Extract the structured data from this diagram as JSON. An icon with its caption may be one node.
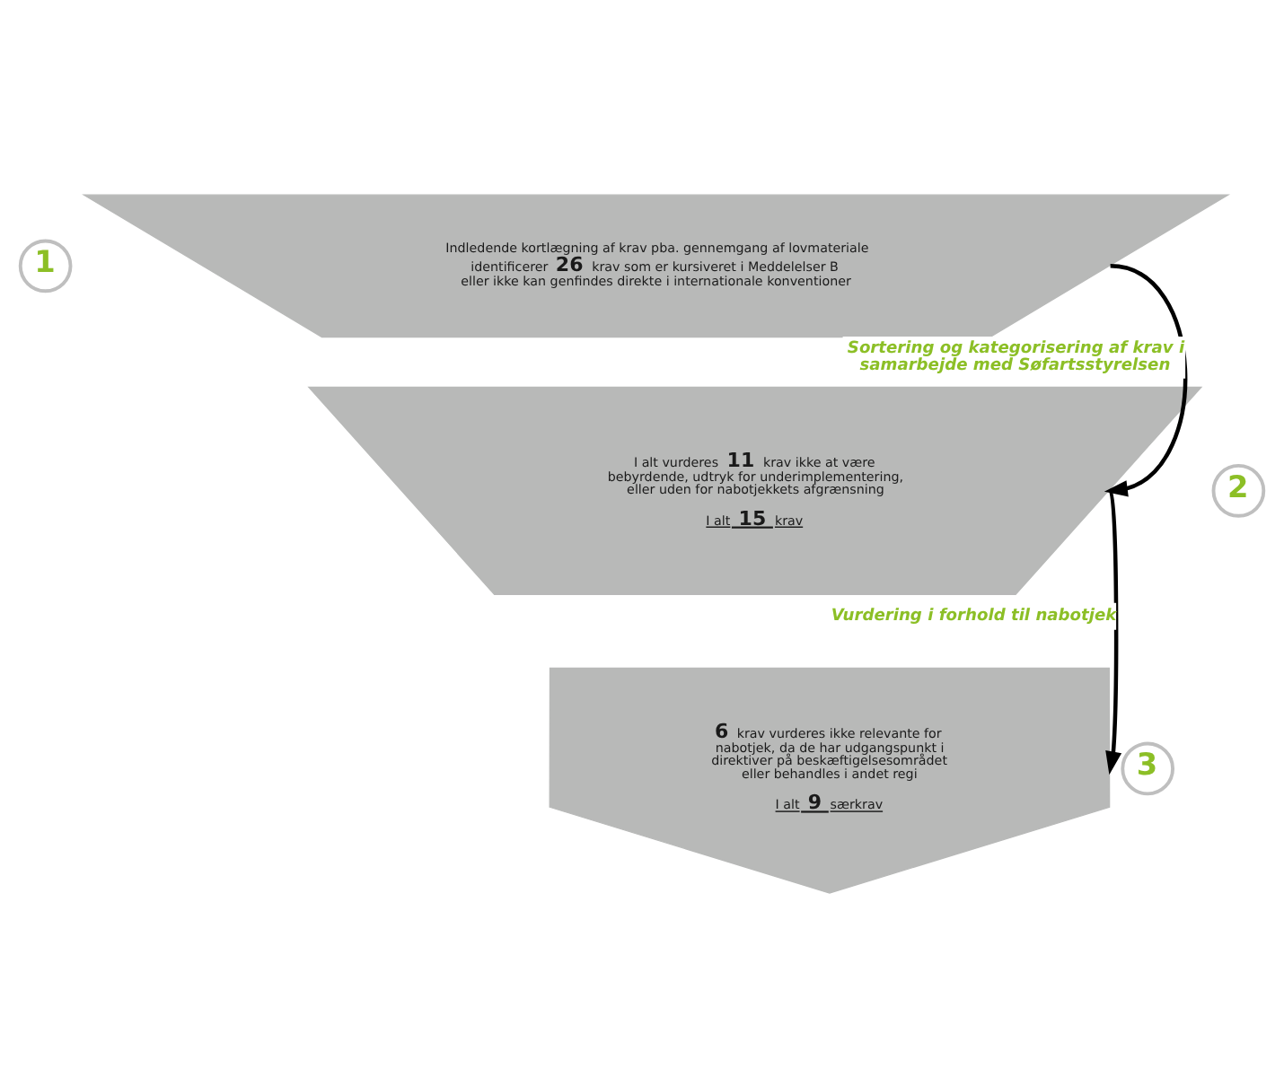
{
  "diagram": {
    "nodes": [
      {
        "text": [
          "1"
        ]
      },
      {
        "text": [
          "Indledende kortlægning af krav pba. gennemgang af lovmateriale identificerer **26** krav som er kursiveret i Meddelelser B eller ikke kan genfindes direkte i internationale konventioner"
        ]
      },
      {
        "text": [
          "2"
        ]
      },
      {
        "text": [
          "I alt vurderes **11** krav ikke at være bebyrdende, udtryk for underimplementering, eller uden for nabotjekkets afgrænsning",
          "I alt **15** krav"
        ]
      },
      {
        "text": [
          "3"
        ]
      },
      {
        "text": [
          "**6** krav vurderes ikke relevante for nabotjek, da de har udgangspunkt i direktiver på beskæftigelsesområdet eller behandles i andet regi",
          "I alt **9** særkrav"
        ]
      }
    ],
    "edges": [
      {
        "from": 1,
        "to": 3,
        "arrow": "to",
        "label": "Sortering og kategorisering af krav i samarbejde med Søfartsstyrelsen"
      },
      {
        "from": 3,
        "to": 5,
        "arrow": "to",
        "label": "Vurdering i forhold til nabotjek"
      }
    ]
  }
}
